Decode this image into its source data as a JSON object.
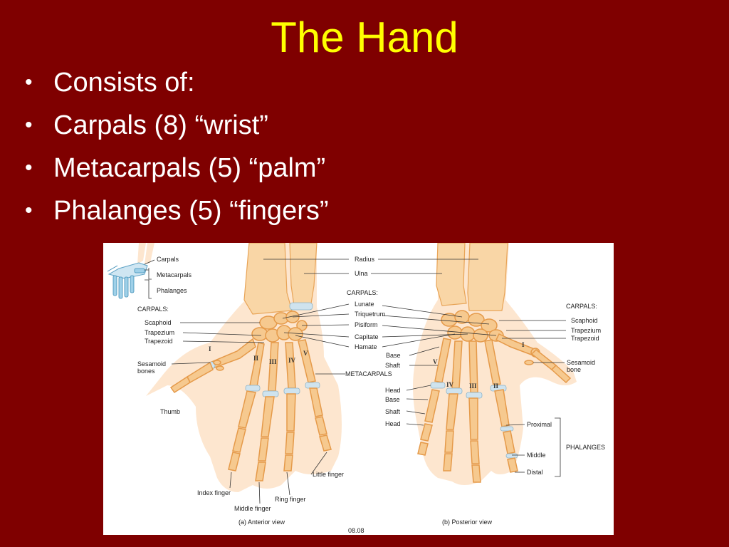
{
  "slide": {
    "title": "The Hand",
    "bullets": [
      "Consists of:",
      "Carpals (8) “wrist”",
      "Metacarpals (5) “palm”",
      "Phalanges (5) “fingers”"
    ],
    "colors": {
      "background": "#7f0000",
      "title": "#ffff00",
      "text": "#ffffff"
    }
  },
  "figure": {
    "inset_labels": [
      "Carpals",
      "Metacarpals",
      "Phalanges"
    ],
    "center_labels": [
      "Radius",
      "Ulna",
      "CARPALS:",
      "Lunate",
      "Triquetrum",
      "Pisiform",
      "Capitate",
      "Hamate",
      "Base",
      "Shaft",
      "METACARPALS",
      "Head",
      "Base",
      "Shaft",
      "Head"
    ],
    "left_labels": [
      "CARPALS:",
      "Scaphoid",
      "Trapezium",
      "Trapezoid",
      "Sesamoid",
      "bones",
      "Thumb"
    ],
    "right_labels": [
      "CARPALS:",
      "Scaphoid",
      "Trapezium",
      "Trapezoid",
      "Sesamoid",
      "bone",
      "Proximal",
      "Middle",
      "Distal",
      "PHALANGES"
    ],
    "finger_labels": [
      "Index finger",
      "Middle finger",
      "Ring finger",
      "Little finger"
    ],
    "anterior_numerals": [
      "I",
      "II",
      "III",
      "IV",
      "V"
    ],
    "posterior_numerals": [
      "I",
      "II",
      "III",
      "IV",
      "V"
    ],
    "captions": {
      "anterior": "(a) Anterior view",
      "posterior": "(b) Posterior view",
      "code": "08.08"
    }
  }
}
